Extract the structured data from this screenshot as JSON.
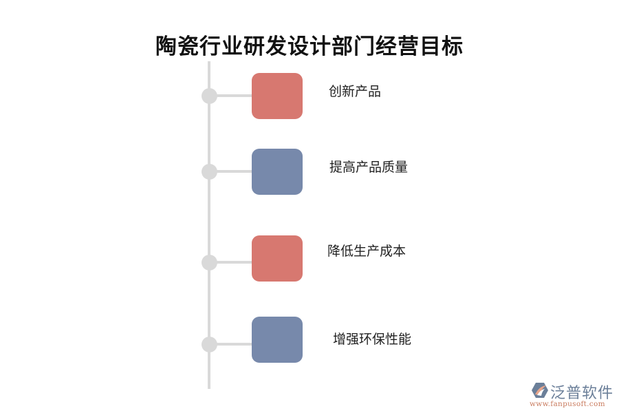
{
  "diagram": {
    "title": "陶瓷行业研发设计部门经营目标",
    "colors": {
      "line": "#d9d9d9",
      "red_box": "#d77870",
      "blue_box": "#7789ab"
    },
    "items": [
      {
        "label": "创新产品",
        "color": "#d77870"
      },
      {
        "label": "提高产品质量",
        "color": "#7789ab"
      },
      {
        "label": "降低生产成本",
        "color": "#d77870"
      },
      {
        "label": "增强环保性能",
        "color": "#7789ab"
      }
    ]
  },
  "watermark": {
    "name": "泛普软件",
    "url": "www.fanpusoft.com"
  }
}
